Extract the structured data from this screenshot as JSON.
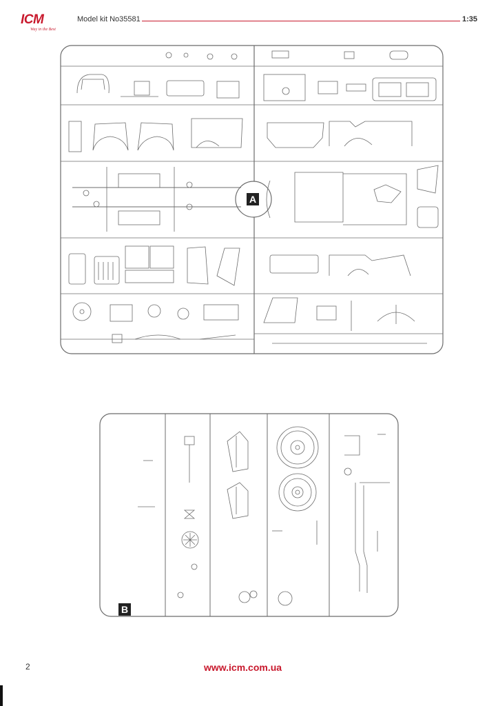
{
  "header": {
    "logo_text": "ICM",
    "logo_tagline": "Way in the Best",
    "kit_label": "Model kit No35581",
    "scale": "1:35"
  },
  "sprue_a": {
    "label": "A"
  },
  "sprue_b": {
    "label": "B"
  },
  "footer": {
    "page_number": "2",
    "website": "www.icm.com.ua"
  },
  "colors": {
    "brand_red": "#c8182c",
    "line": "#6b6b6b",
    "badge": "#222222"
  }
}
